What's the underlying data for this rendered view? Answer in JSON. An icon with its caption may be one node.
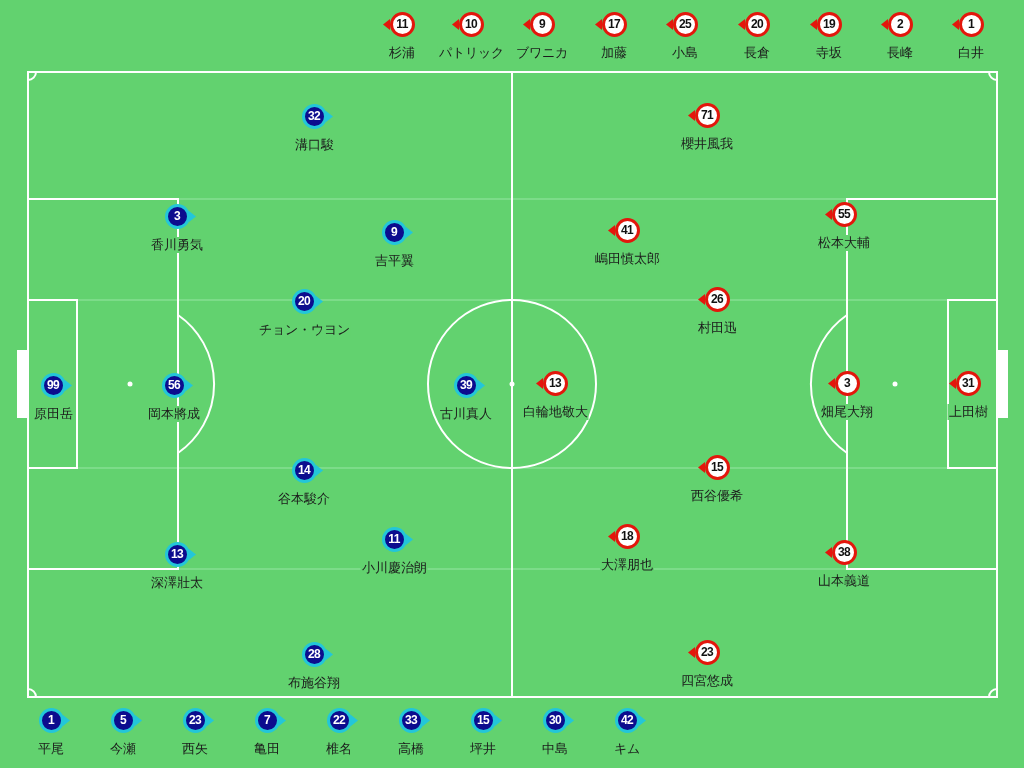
{
  "diagram": {
    "nodes": [
      {
        "text": [
          "11"
        ],
        "beside": [
          "杉浦"
        ]
      },
      {
        "text": [
          "10"
        ],
        "beside": [
          "パトリック"
        ]
      },
      {
        "text": [
          "9"
        ],
        "beside": [
          "ブワニカ"
        ]
      },
      {
        "text": [
          "17"
        ],
        "beside": [
          "加藤"
        ]
      },
      {
        "text": [
          "25"
        ],
        "beside": [
          "小島"
        ]
      },
      {
        "text": [
          "20"
        ],
        "beside": [
          "長倉"
        ]
      },
      {
        "text": [
          "19"
        ],
        "beside": [
          "寺坂"
        ]
      },
      {
        "text": [
          "2"
        ],
        "beside": [
          "長峰"
        ]
      },
      {
        "text": [
          "1"
        ],
        "beside": [
          "白井"
        ]
      },
      {
        "text": [
          "32"
        ],
        "beside": [
          "溝口駿"
        ]
      },
      {
        "text": [
          "71"
        ],
        "beside": [
          "櫻井風我"
        ]
      },
      {
        "text": [
          "3"
        ],
        "beside": [
          "香川勇気"
        ]
      },
      {
        "text": [
          "9"
        ],
        "beside": [
          "吉平翼"
        ]
      },
      {
        "text": [
          "41"
        ],
        "beside": [
          "嶋田慎太郎"
        ]
      },
      {
        "text": [
          "55"
        ],
        "beside": [
          "松本大輔"
        ]
      },
      {
        "text": [
          "20"
        ],
        "beside": [
          "チョン・ウヨン"
        ]
      },
      {
        "text": [
          "26"
        ],
        "beside": [
          "村田迅"
        ]
      },
      {
        "text": [
          "99"
        ],
        "beside": [
          "原田岳"
        ]
      },
      {
        "text": [
          "56"
        ],
        "beside": [
          "岡本將成"
        ]
      },
      {
        "text": [
          "39"
        ],
        "beside": [
          "古川真人"
        ]
      },
      {
        "text": [
          "13"
        ],
        "beside": [
          "白輪地敬大"
        ]
      },
      {
        "text": [
          "3"
        ],
        "beside": [
          "畑尾大翔"
        ]
      },
      {
        "text": [
          "31"
        ],
        "beside": [
          "上田樹"
        ]
      },
      {
        "text": [
          "14"
        ],
        "beside": [
          "谷本駿介"
        ]
      },
      {
        "text": [
          "15"
        ],
        "beside": [
          "西谷優希"
        ]
      },
      {
        "text": [
          "13"
        ],
        "beside": [
          "深澤壯太"
        ]
      },
      {
        "text": [
          "11"
        ],
        "beside": [
          "小川慶治朗"
        ]
      },
      {
        "text": [
          "18"
        ],
        "beside": [
          "大澤朋也"
        ]
      },
      {
        "text": [
          "38"
        ],
        "beside": [
          "山本義道"
        ]
      },
      {
        "text": [
          "28"
        ],
        "beside": [
          "布施谷翔"
        ]
      },
      {
        "text": [
          "23"
        ],
        "beside": [
          "四宮悠成"
        ]
      },
      {
        "text": [
          "1"
        ],
        "beside": [
          "平尾"
        ]
      },
      {
        "text": [
          "5"
        ],
        "beside": [
          "今瀬"
        ]
      },
      {
        "text": [
          "23"
        ],
        "beside": [
          "西矢"
        ]
      },
      {
        "text": [
          "7"
        ],
        "beside": [
          "亀田"
        ]
      },
      {
        "text": [
          "22"
        ],
        "beside": [
          "椎名"
        ]
      },
      {
        "text": [
          "33"
        ],
        "beside": [
          "高橋"
        ]
      },
      {
        "text": [
          "15"
        ],
        "beside": [
          "坪井"
        ]
      },
      {
        "text": [
          "30"
        ],
        "beside": [
          "中島"
        ]
      },
      {
        "text": [
          "42"
        ],
        "beside": [
          "キム"
        ]
      }
    ]
  }
}
